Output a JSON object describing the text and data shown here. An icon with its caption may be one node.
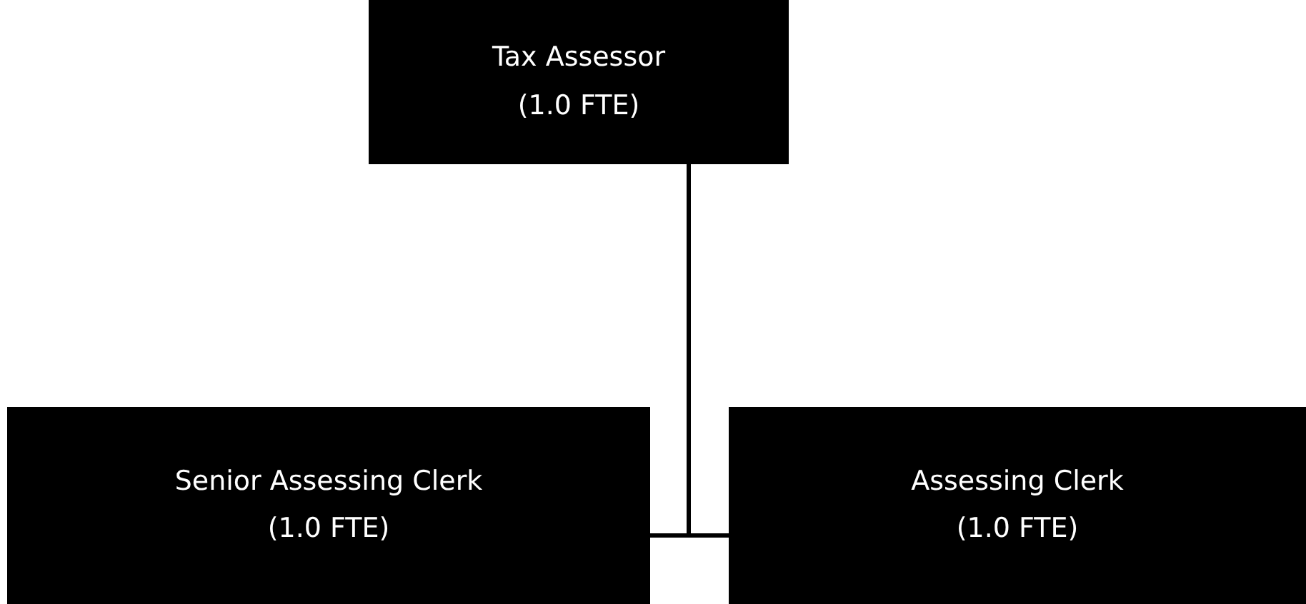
{
  "diagram": {
    "nodes": [
      {
        "text": [
          "Tax Assessor",
          "(1.0 FTE)"
        ]
      },
      {
        "text": [
          "Senior Assessing Clerk",
          "(1.0 FTE)"
        ]
      },
      {
        "text": [
          "Assessing Clerk",
          "(1.0 FTE)"
        ]
      }
    ],
    "edges": [
      {
        "from": 0,
        "to": 1,
        "arrow": "none"
      },
      {
        "from": 0,
        "to": 2,
        "arrow": "none"
      }
    ]
  }
}
